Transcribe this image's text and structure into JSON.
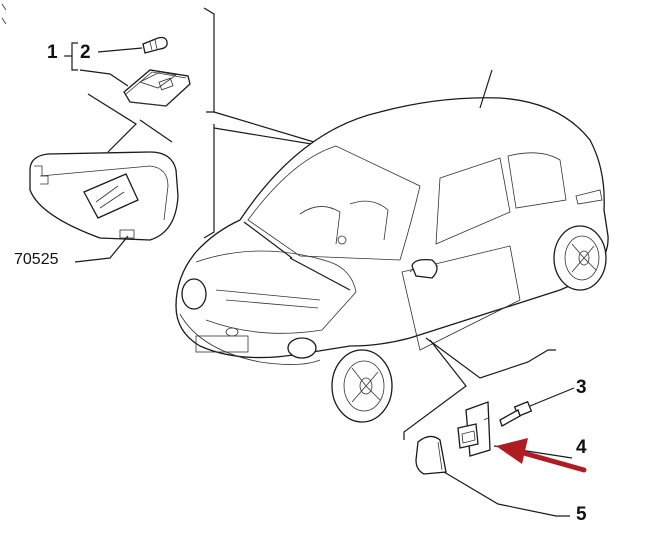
{
  "callouts": {
    "c1": "1",
    "c2": "2",
    "c3": "3",
    "c4": "4",
    "c5": "5",
    "ref_code": "70525"
  },
  "colors": {
    "arrow": "#b01c24",
    "line": "#1a1a1a"
  },
  "icons": [
    "bulb-icon",
    "courtesy-lamp-icon",
    "sun-visor-icon",
    "car-icon",
    "screw-icon",
    "bracket-icon",
    "cover-cap-icon",
    "pointer-arrow-icon"
  ]
}
